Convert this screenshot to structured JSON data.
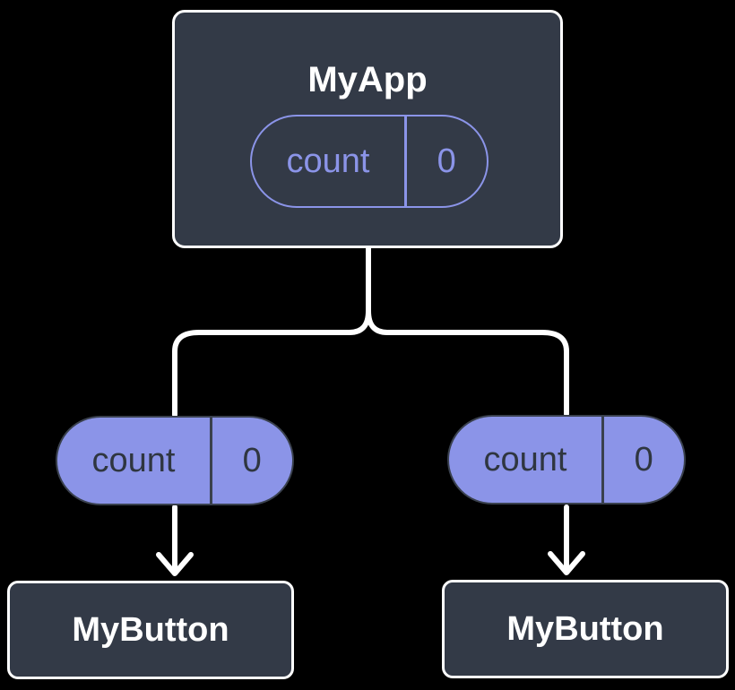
{
  "diagram": {
    "description": "React component tree showing state shared from parent to children",
    "colors": {
      "background": "#000000",
      "card_fill": "#333a47",
      "card_border": "#ffffff",
      "accent_purple": "#8b94e8",
      "pill_dark_text": "#2f3640",
      "connector": "#ffffff"
    },
    "root": {
      "title": "MyApp",
      "state": {
        "name": "count",
        "value": "0"
      }
    },
    "children": [
      {
        "title": "MyButton",
        "prop": {
          "name": "count",
          "value": "0"
        }
      },
      {
        "title": "MyButton",
        "prop": {
          "name": "count",
          "value": "0"
        }
      }
    ]
  }
}
